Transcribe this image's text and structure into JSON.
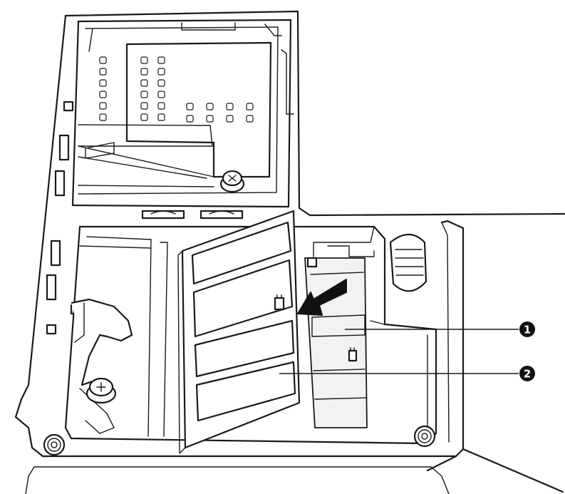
{
  "callouts": [
    {
      "label": "1",
      "target": "memory-slot-empty"
    },
    {
      "label": "2",
      "target": "memory-module"
    }
  ],
  "colors": {
    "ink": "#1a1a1a",
    "paper": "#ffffff"
  }
}
